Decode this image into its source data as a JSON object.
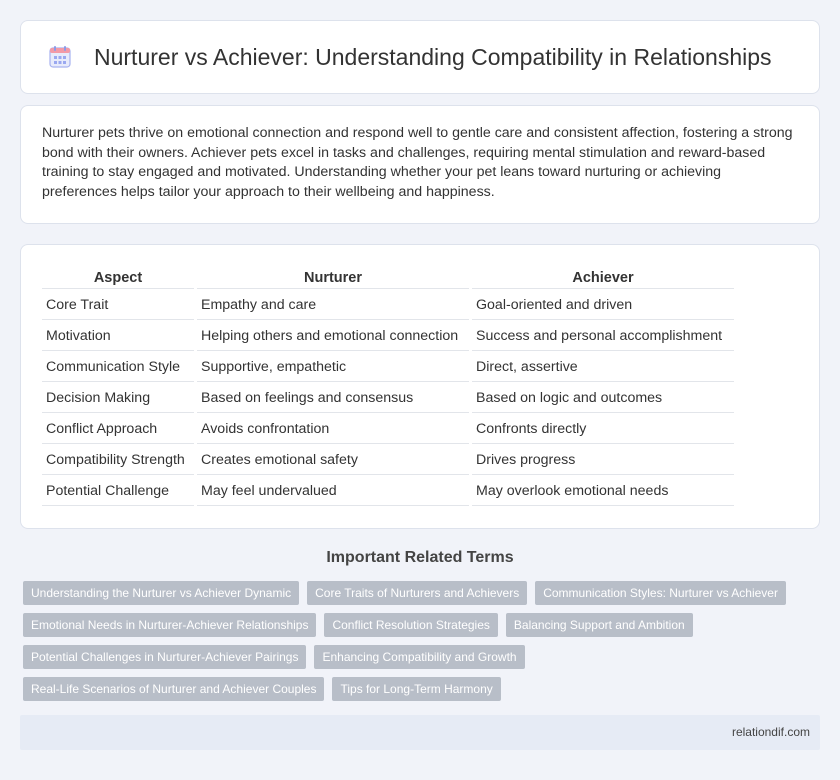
{
  "header": {
    "title": "Nurturer vs Achiever: Understanding Compatibility in Relationships",
    "icon": "calendar-icon"
  },
  "intro": {
    "text": "Nurturer pets thrive on emotional connection and respond well to gentle care and consistent affection, fostering a strong bond with their owners. Achiever pets excel in tasks and challenges, requiring mental stimulation and reward-based training to stay engaged and motivated. Understanding whether your pet leans toward nurturing or achieving preferences helps tailor your approach to their wellbeing and happiness."
  },
  "table": {
    "headers": [
      "Aspect",
      "Nurturer",
      "Achiever"
    ],
    "rows": [
      [
        "Core Trait",
        "Empathy and care",
        "Goal-oriented and driven"
      ],
      [
        "Motivation",
        "Helping others and emotional connection",
        "Success and personal accomplishment"
      ],
      [
        "Communication Style",
        "Supportive, empathetic",
        "Direct, assertive"
      ],
      [
        "Decision Making",
        "Based on feelings and consensus",
        "Based on logic and outcomes"
      ],
      [
        "Conflict Approach",
        "Avoids confrontation",
        "Confronts directly"
      ],
      [
        "Compatibility Strength",
        "Creates emotional safety",
        "Drives progress"
      ],
      [
        "Potential Challenge",
        "May feel undervalued",
        "May overlook emotional needs"
      ]
    ]
  },
  "related": {
    "title": "Important Related Terms",
    "tags": [
      [
        "Understanding the Nurturer vs Achiever Dynamic",
        "Core Traits of Nurturers and Achievers",
        "Communication Styles: Nurturer vs Achiever"
      ],
      [
        "Emotional Needs in Nurturer-Achiever Relationships",
        "Conflict Resolution Strategies",
        "Balancing Support and Ambition"
      ],
      [
        "Potential Challenges in Nurturer-Achiever Pairings",
        "Enhancing Compatibility and Growth"
      ],
      [
        "Real-Life Scenarios of Nurturer and Achiever Couples",
        "Tips for Long-Term Harmony"
      ]
    ]
  },
  "footer": {
    "site": "relationdif.com"
  },
  "colors": {
    "background": "#f1f3f9",
    "tag": "#b8bec8",
    "footer": "#e6ebf5",
    "icon_accent": "#9aa8f0"
  }
}
